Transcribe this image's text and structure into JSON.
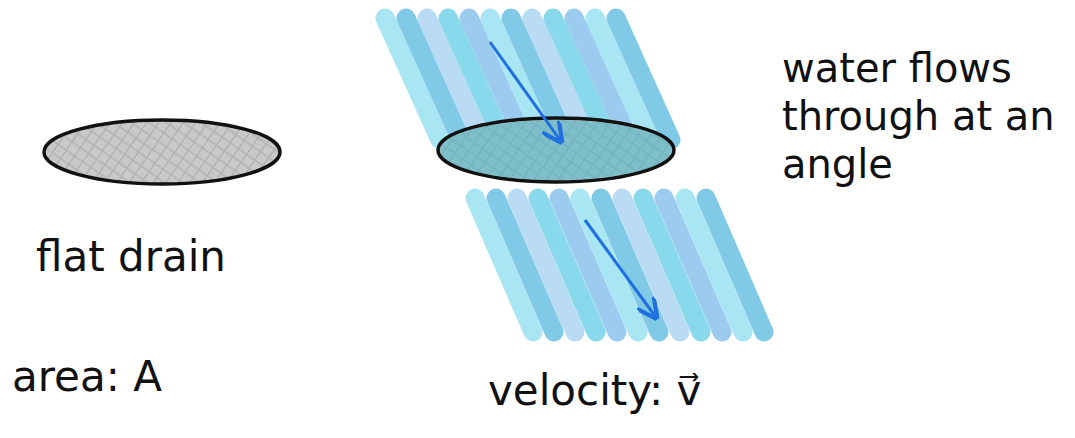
{
  "diagram": {
    "labels": [
      "flat drain",
      "area: A",
      "water flows through at an angle",
      "velocity: v⃗"
    ]
  }
}
